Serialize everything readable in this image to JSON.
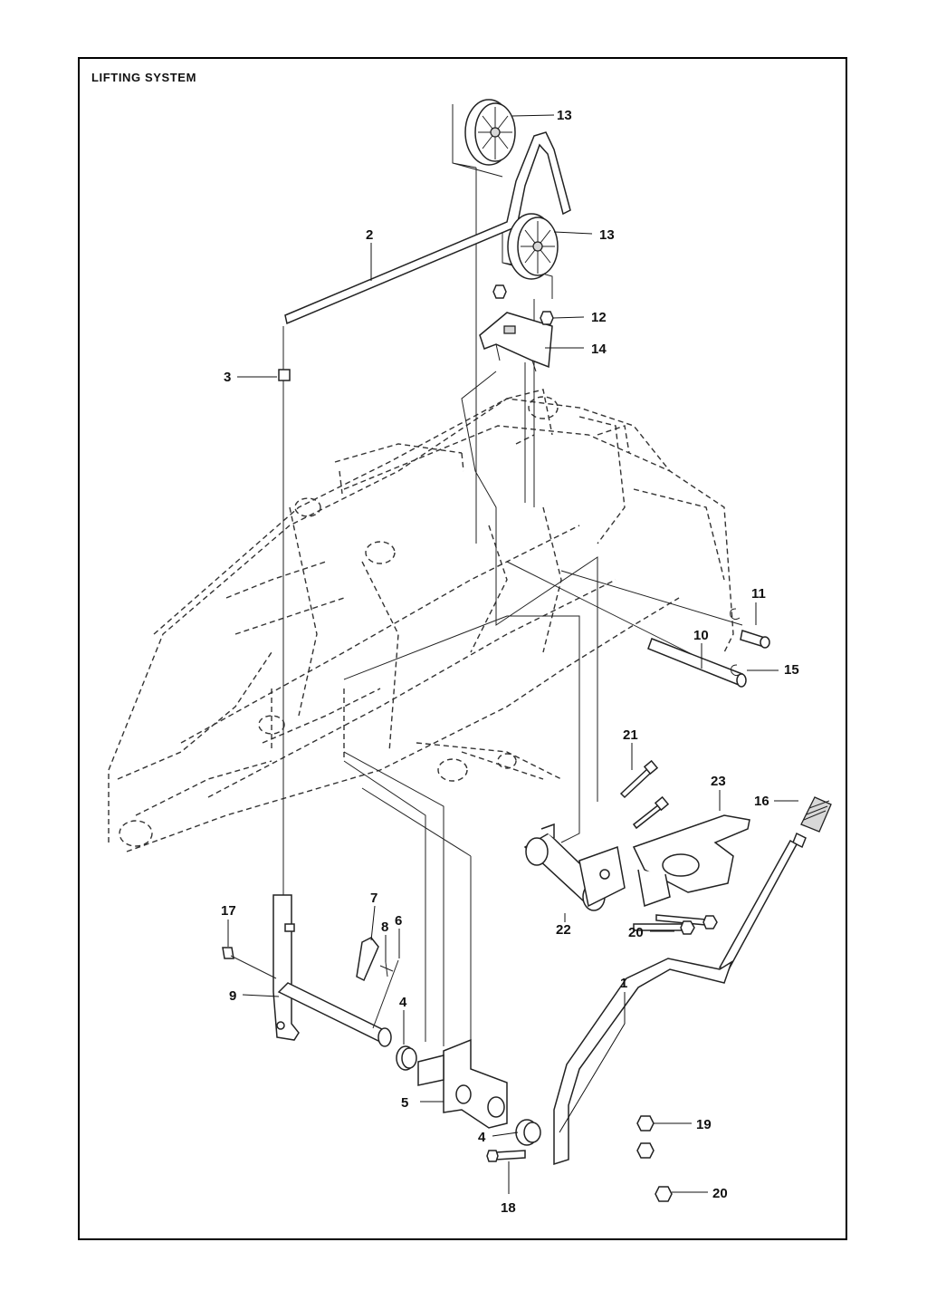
{
  "title": "LIFTING SYSTEM",
  "callouts": [
    {
      "id": "c13a",
      "label": "13"
    },
    {
      "id": "c13b",
      "label": "13"
    },
    {
      "id": "c2",
      "label": "2"
    },
    {
      "id": "c12",
      "label": "12"
    },
    {
      "id": "c14",
      "label": "14"
    },
    {
      "id": "c3",
      "label": "3"
    },
    {
      "id": "c11",
      "label": "11"
    },
    {
      "id": "c10",
      "label": "10"
    },
    {
      "id": "c15",
      "label": "15"
    },
    {
      "id": "c21",
      "label": "21"
    },
    {
      "id": "c23",
      "label": "23"
    },
    {
      "id": "c16",
      "label": "16"
    },
    {
      "id": "c17",
      "label": "17"
    },
    {
      "id": "c7",
      "label": "7"
    },
    {
      "id": "c8",
      "label": "8"
    },
    {
      "id": "c6",
      "label": "6"
    },
    {
      "id": "c22",
      "label": "22"
    },
    {
      "id": "c20a",
      "label": "20"
    },
    {
      "id": "c9",
      "label": "9"
    },
    {
      "id": "c4a",
      "label": "4"
    },
    {
      "id": "c1",
      "label": "1"
    },
    {
      "id": "c5",
      "label": "5"
    },
    {
      "id": "c4b",
      "label": "4"
    },
    {
      "id": "c19",
      "label": "19"
    },
    {
      "id": "c20b",
      "label": "20"
    },
    {
      "id": "c18",
      "label": "18"
    }
  ]
}
